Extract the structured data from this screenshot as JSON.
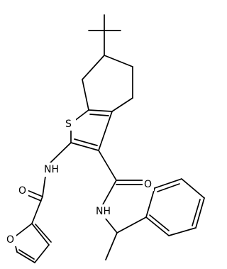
{
  "molecule": {
    "atom_labels": {
      "sulfur": "S",
      "amide_nh_left": "NH",
      "amide_o_left": "O",
      "furan_o": "O",
      "amide_o_right": "O",
      "amide_nh_right": "NH"
    }
  }
}
